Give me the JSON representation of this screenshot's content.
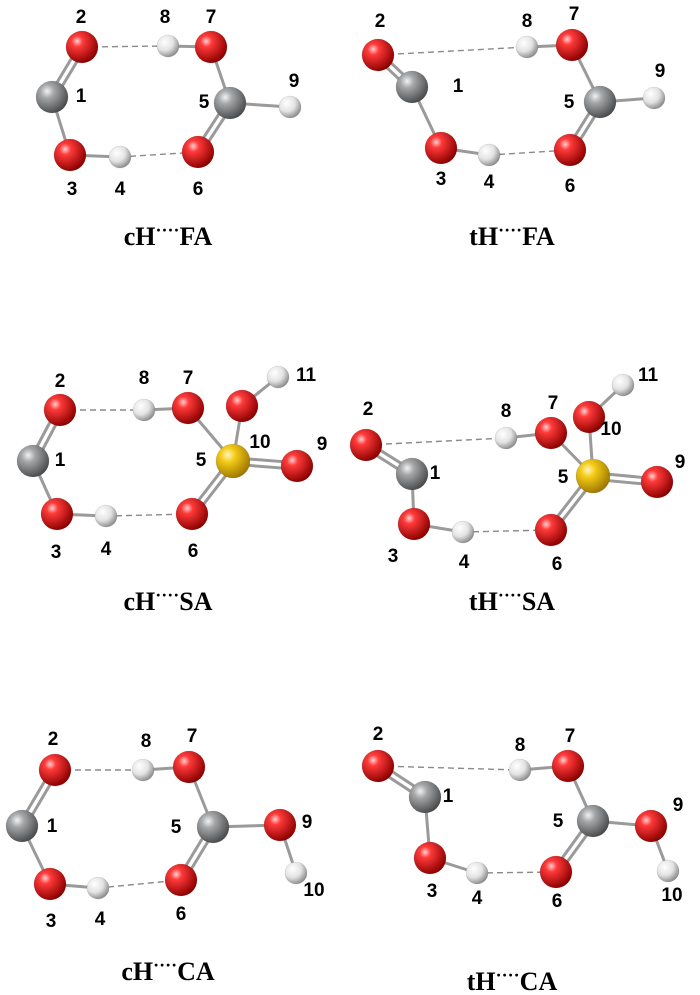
{
  "colors": {
    "oxygen": "#e31c1c",
    "carbon": "#8d8f91",
    "hydrogen": "#e6e6e6",
    "sulfur": "#f2c814",
    "bond": "#9a9a9a",
    "hbond": "#8a8a8a"
  },
  "panels": [
    {
      "id": "chfa",
      "caption": {
        "prefix": "cH",
        "dots": "····",
        "suffix": "FA"
      },
      "atoms": [
        {
          "n": "1",
          "el": "C"
        },
        {
          "n": "2",
          "el": "O"
        },
        {
          "n": "3",
          "el": "O"
        },
        {
          "n": "4",
          "el": "H"
        },
        {
          "n": "5",
          "el": "C"
        },
        {
          "n": "6",
          "el": "O"
        },
        {
          "n": "7",
          "el": "O"
        },
        {
          "n": "8",
          "el": "H"
        },
        {
          "n": "9",
          "el": "H"
        }
      ]
    },
    {
      "id": "thfa",
      "caption": {
        "prefix": "tH",
        "dots": "····",
        "suffix": "FA"
      },
      "atoms": [
        {
          "n": "1",
          "el": "C"
        },
        {
          "n": "2",
          "el": "O"
        },
        {
          "n": "3",
          "el": "O"
        },
        {
          "n": "4",
          "el": "H"
        },
        {
          "n": "5",
          "el": "C"
        },
        {
          "n": "6",
          "el": "O"
        },
        {
          "n": "7",
          "el": "O"
        },
        {
          "n": "8",
          "el": "H"
        },
        {
          "n": "9",
          "el": "H"
        }
      ]
    },
    {
      "id": "chsa",
      "caption": {
        "prefix": "cH",
        "dots": "····",
        "suffix": "SA"
      },
      "atoms": [
        {
          "n": "1",
          "el": "C"
        },
        {
          "n": "2",
          "el": "O"
        },
        {
          "n": "3",
          "el": "O"
        },
        {
          "n": "4",
          "el": "H"
        },
        {
          "n": "5",
          "el": "S"
        },
        {
          "n": "6",
          "el": "O"
        },
        {
          "n": "7",
          "el": "O"
        },
        {
          "n": "8",
          "el": "H"
        },
        {
          "n": "9",
          "el": "O"
        },
        {
          "n": "10",
          "el": "O"
        },
        {
          "n": "11",
          "el": "H"
        }
      ]
    },
    {
      "id": "thsa",
      "caption": {
        "prefix": "tH",
        "dots": "····",
        "suffix": "SA"
      },
      "atoms": [
        {
          "n": "1",
          "el": "C"
        },
        {
          "n": "2",
          "el": "O"
        },
        {
          "n": "3",
          "el": "O"
        },
        {
          "n": "4",
          "el": "H"
        },
        {
          "n": "5",
          "el": "S"
        },
        {
          "n": "6",
          "el": "O"
        },
        {
          "n": "7",
          "el": "O"
        },
        {
          "n": "8",
          "el": "H"
        },
        {
          "n": "9",
          "el": "O"
        },
        {
          "n": "10",
          "el": "O"
        },
        {
          "n": "11",
          "el": "H"
        }
      ]
    },
    {
      "id": "chca",
      "caption": {
        "prefix": "cH",
        "dots": "····",
        "suffix": "CA"
      },
      "atoms": [
        {
          "n": "1",
          "el": "C"
        },
        {
          "n": "2",
          "el": "O"
        },
        {
          "n": "3",
          "el": "O"
        },
        {
          "n": "4",
          "el": "H"
        },
        {
          "n": "5",
          "el": "C"
        },
        {
          "n": "6",
          "el": "O"
        },
        {
          "n": "7",
          "el": "O"
        },
        {
          "n": "8",
          "el": "H"
        },
        {
          "n": "9",
          "el": "O"
        },
        {
          "n": "10",
          "el": "H"
        }
      ]
    },
    {
      "id": "thca",
      "caption": {
        "prefix": "tH",
        "dots": "····",
        "suffix": "CA"
      },
      "atoms": [
        {
          "n": "1",
          "el": "C"
        },
        {
          "n": "2",
          "el": "O"
        },
        {
          "n": "3",
          "el": "O"
        },
        {
          "n": "4",
          "el": "H"
        },
        {
          "n": "5",
          "el": "C"
        },
        {
          "n": "6",
          "el": "O"
        },
        {
          "n": "7",
          "el": "O"
        },
        {
          "n": "8",
          "el": "H"
        },
        {
          "n": "9",
          "el": "O"
        },
        {
          "n": "10",
          "el": "H"
        }
      ]
    }
  ]
}
